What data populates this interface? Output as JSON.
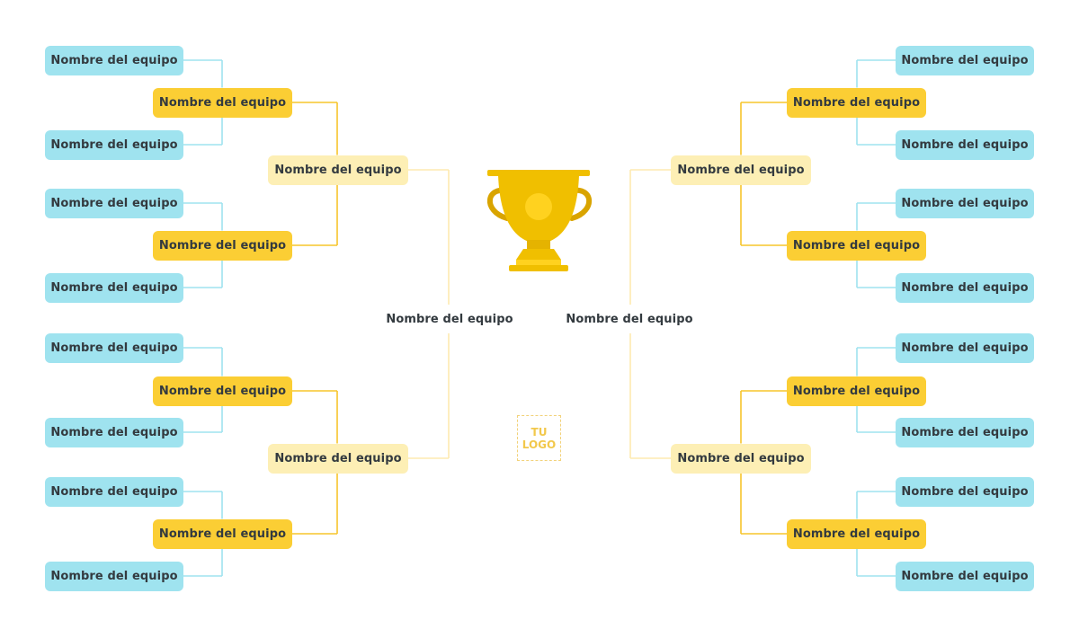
{
  "colors": {
    "round1": "#9fe3ef",
    "round2": "#fbce34",
    "round3": "#fdefb5",
    "round1_line": "#9fe3ef",
    "round2_line": "#f7c52c",
    "round3_line": "#fdeab1",
    "trophy": "#f0bf00",
    "trophy_dark": "#d9a400",
    "logo": "#f2c84b"
  },
  "bracket": {
    "left": {
      "round1": [
        "Nombre del equipo",
        "Nombre del equipo",
        "Nombre del equipo",
        "Nombre del equipo",
        "Nombre del equipo",
        "Nombre del equipo",
        "Nombre del equipo",
        "Nombre del equipo"
      ],
      "round2": [
        "Nombre del equipo",
        "Nombre del equipo",
        "Nombre del equipo",
        "Nombre del equipo"
      ],
      "round3": [
        "Nombre del equipo",
        "Nombre del equipo"
      ],
      "final": "Nombre del equipo"
    },
    "right": {
      "round1": [
        "Nombre del equipo",
        "Nombre del equipo",
        "Nombre del equipo",
        "Nombre del equipo",
        "Nombre del equipo",
        "Nombre del equipo",
        "Nombre del equipo",
        "Nombre del equipo"
      ],
      "round2": [
        "Nombre del equipo",
        "Nombre del equipo",
        "Nombre del equipo",
        "Nombre del equipo"
      ],
      "round3": [
        "Nombre del equipo",
        "Nombre del equipo"
      ],
      "final": "Nombre del equipo"
    }
  },
  "trophy": {
    "icon": "trophy-icon"
  },
  "logo": {
    "line1": "TU",
    "line2": "LOGO"
  }
}
